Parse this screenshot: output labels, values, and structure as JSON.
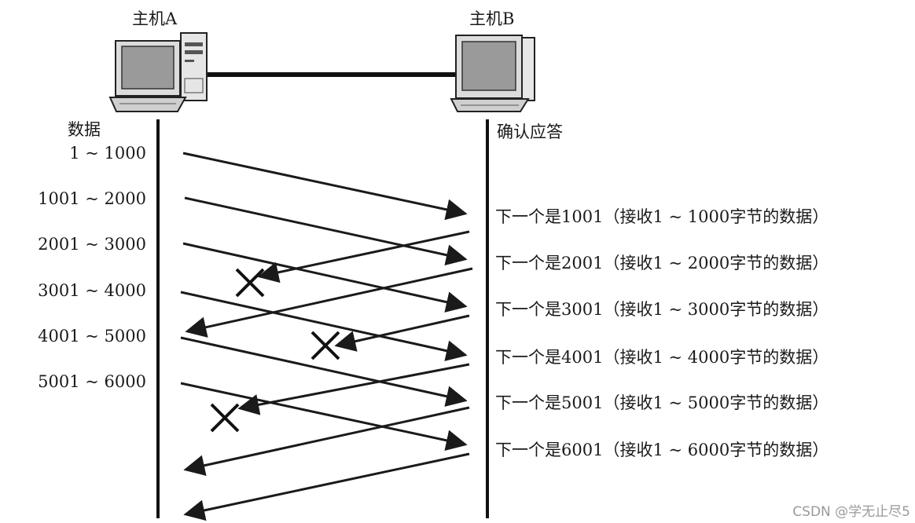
{
  "hosts": {
    "a": "主机A",
    "b": "主机B"
  },
  "columns": {
    "left": "数据",
    "right": "确认应答"
  },
  "segments": [
    "1 ~ 1000",
    "1001 ~ 2000",
    "2001 ~ 3000",
    "3001 ~ 4000",
    "4001 ~ 5000",
    "5001 ~ 6000"
  ],
  "acks": [
    "下一个是1001（接收1 ~ 1000字节的数据）",
    "下一个是2001（接收1 ~ 2000字节的数据）",
    "下一个是3001（接收1 ~ 3000字节的数据）",
    "下一个是4001（接收1 ~ 4000字节的数据）",
    "下一个是5001（接收1 ~ 5000字节的数据）",
    "下一个是6001（接收1 ~ 6000字节的数据）"
  ],
  "watermark": "CSDN @学无止尽5"
}
